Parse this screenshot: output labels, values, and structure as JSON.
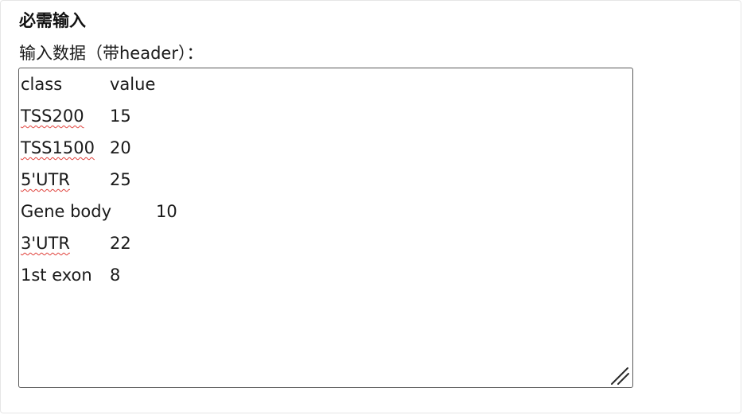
{
  "section": {
    "title": "必需输入"
  },
  "input_field": {
    "label": "输入数据（带header）："
  },
  "table": {
    "rows": [
      {
        "class": "class",
        "value": "value",
        "misspelled": false
      },
      {
        "class": "TSS200",
        "value": "15",
        "misspelled": true
      },
      {
        "class": "TSS1500",
        "value": "20",
        "misspelled": true
      },
      {
        "class": "5'UTR",
        "value": "25",
        "misspelled": true
      },
      {
        "class": "Gene body",
        "value": "10",
        "misspelled": false
      },
      {
        "class": "3'UTR",
        "value": "22",
        "misspelled": true
      },
      {
        "class": "1st exon",
        "value": "8",
        "misspelled": false
      }
    ]
  },
  "icons": {
    "resize": "resize-grip-icon"
  },
  "colors": {
    "text": "#1a1a1a",
    "border": "#5a5a5a",
    "spellcheck": "#e0403a"
  }
}
